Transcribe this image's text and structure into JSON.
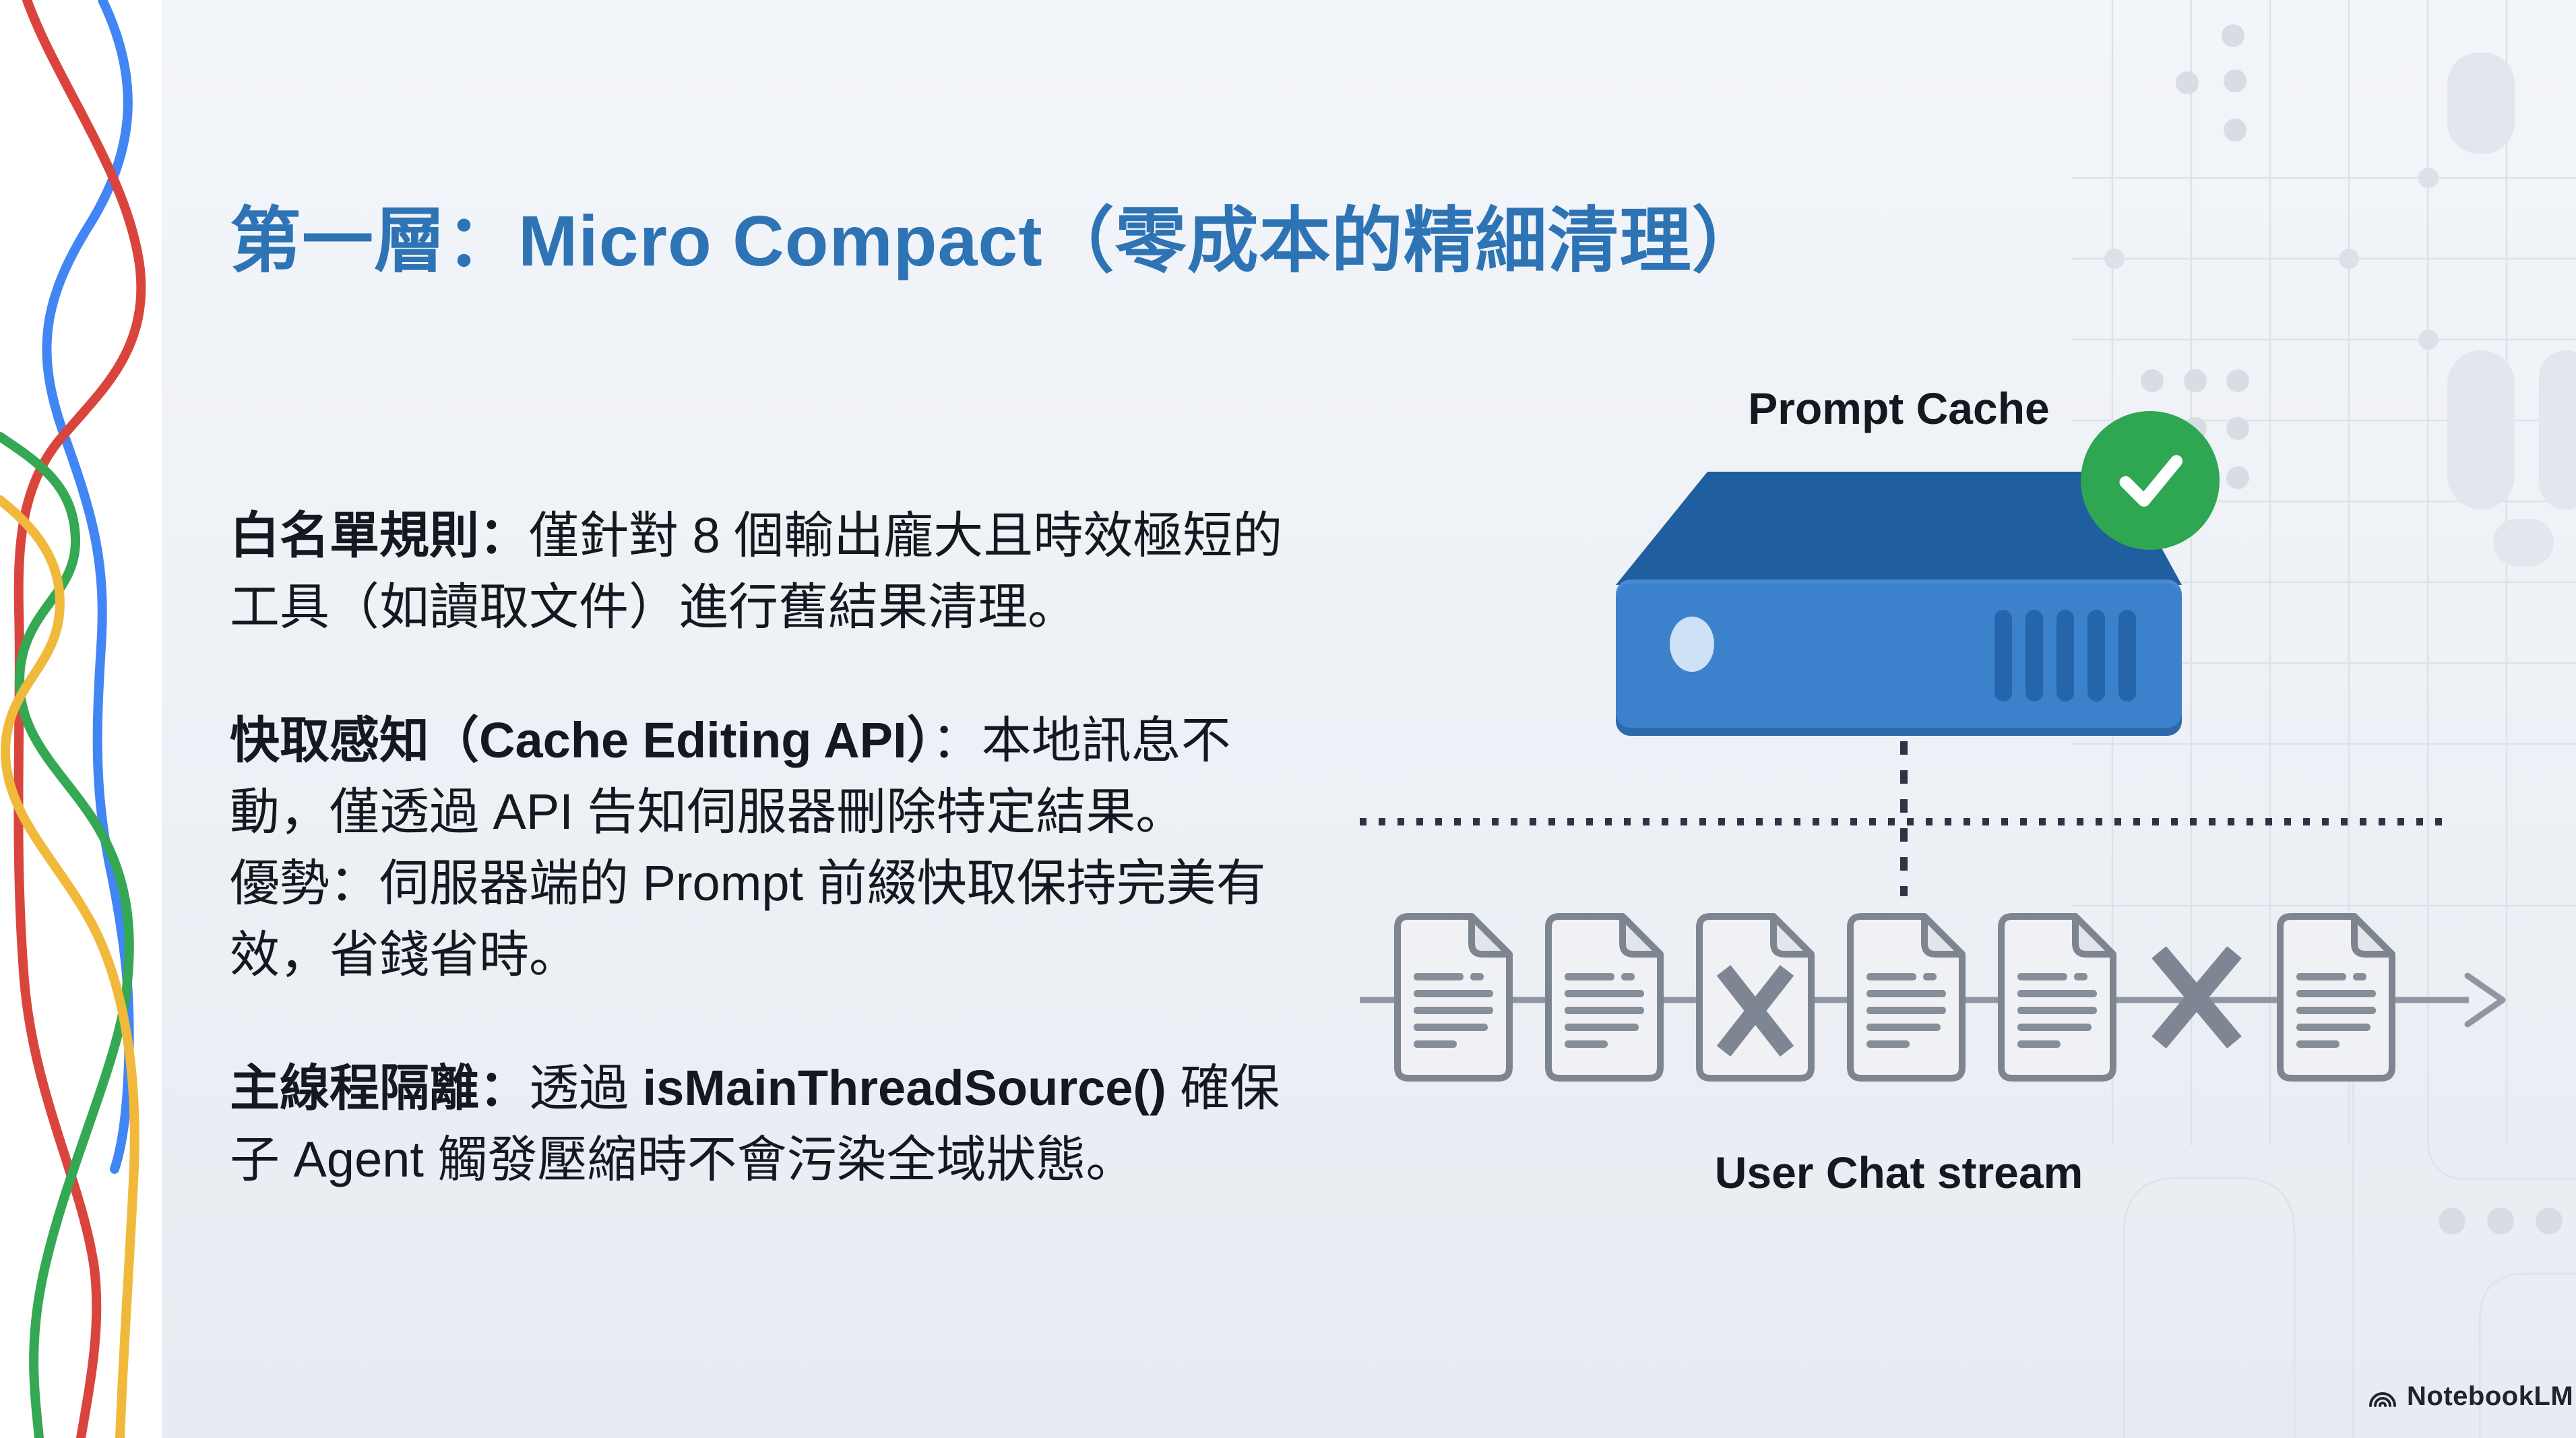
{
  "slide": {
    "title": {
      "text": "第一層：Micro Compact（零成本的精細清理）",
      "color": "#2e74b5"
    },
    "paragraphs": [
      {
        "rows": [
          {
            "segments": [
              {
                "text": "白名單規則：",
                "bold": true
              },
              {
                "text": "僅針對 8 個輸出龐大且時效極短的工具（如讀取文件）進行舊結果清理。",
                "bold": false
              }
            ]
          }
        ]
      },
      {
        "rows": [
          {
            "segments": [
              {
                "text": "快取感知（Cache Editing API）",
                "bold": true
              },
              {
                "text": "：本地訊息不動，僅透過 API 告知伺服器刪除特定結果。",
                "bold": false
              }
            ]
          },
          {
            "segments": [
              {
                "text": "優勢：伺服器端的 Prompt 前綴快取保持完美有效，省錢省時。",
                "bold": false
              }
            ]
          }
        ]
      },
      {
        "rows": [
          {
            "segments": [
              {
                "text": "主線程隔離：",
                "bold": true
              },
              {
                "text": "透過 ",
                "bold": false
              },
              {
                "text": "isMainThreadSource()",
                "bold": true
              },
              {
                "text": " 確保子 Agent 觸發壓縮時不會污染全域狀態。",
                "bold": false
              }
            ]
          }
        ]
      }
    ],
    "diagram": {
      "cache_label": "Prompt Cache",
      "stream_label": "User Chat stream",
      "stream_items": [
        "doc",
        "doc",
        "doc-x",
        "doc",
        "doc",
        "x",
        "doc"
      ],
      "colors": {
        "server_top": "#1f5e9f",
        "server_front": "#3b81cc",
        "server_slot": "#2565ab",
        "server_light": "#cfe1f7",
        "check_green": "#2fa651",
        "check_mark": "#ffffff",
        "doc_border": "#7d8591",
        "doc_fill": "#f0f1f5",
        "doc_lines": "#868e9a",
        "x_mark": "#7e8694",
        "axis_gray": "#8e96a2",
        "dotted_dark": "#2b3545"
      },
      "icons": {
        "check-icon": "✓",
        "server-icon": "prompt-cache-server",
        "document-icon": "message-page",
        "delete-x-icon": "✕",
        "arrow-right-icon": "→"
      }
    },
    "footer": {
      "brand": "NotebookLM",
      "logo_icon": "notebooklm-arcs"
    },
    "decoration": {
      "ribbon_colors": [
        "#4285f4",
        "#d9453c",
        "#34a853",
        "#f0b93b"
      ],
      "pattern_gray": "#dde2e9",
      "blob_gray": "#e3e7ed"
    }
  }
}
